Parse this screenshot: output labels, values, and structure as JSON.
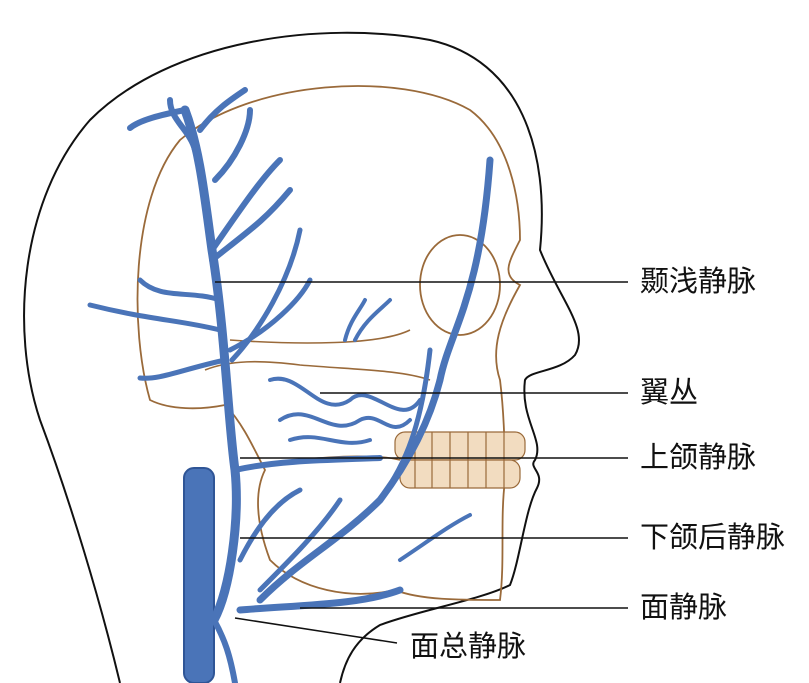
{
  "labels": {
    "superficial_temporal_vein": "颞浅静脉",
    "pterygoid_plexus": "翼丛",
    "maxillary_vein": "上颌静脉",
    "retromandibular_vein": "下颌后静脉",
    "facial_vein": "面静脉",
    "common_facial_vein": "面总静脉"
  },
  "colors": {
    "vein": "#4a74b8",
    "vein_dark": "#2f5596",
    "skull": "#9a6a3a",
    "outline": "#111111",
    "teeth": "#e8c9a0"
  }
}
